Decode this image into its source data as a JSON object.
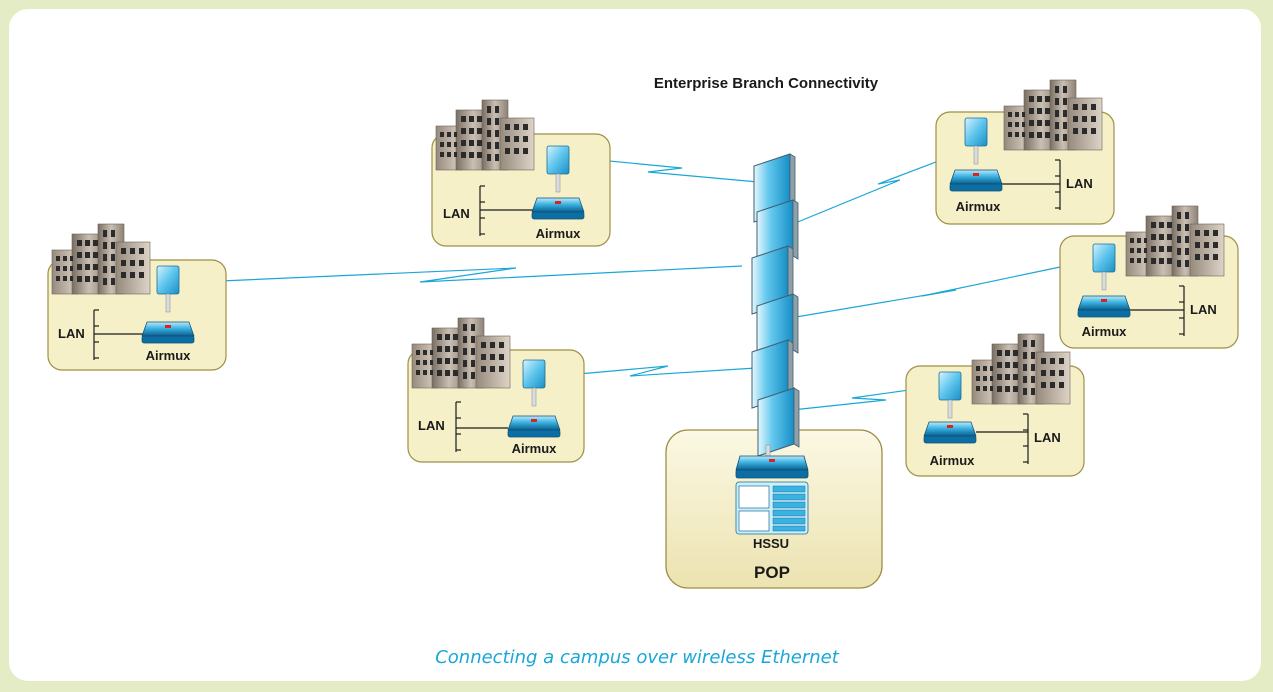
{
  "title": "Enterprise Branch Connectivity",
  "caption": "Connecting a campus over wireless Ethernet",
  "pop": {
    "label": "POP",
    "device_label": "HSSU"
  },
  "sites": [
    {
      "lan_label": "LAN",
      "device_label": "Airmux"
    },
    {
      "lan_label": "LAN",
      "device_label": "Airmux"
    },
    {
      "lan_label": "LAN",
      "device_label": "Airmux"
    },
    {
      "lan_label": "LAN",
      "device_label": "Airmux"
    },
    {
      "lan_label": "LAN",
      "device_label": "Airmux"
    },
    {
      "lan_label": "LAN",
      "device_label": "Airmux"
    }
  ],
  "colors": {
    "frame": "#e4ecc6",
    "site_box_fill": "#f5f0c8",
    "site_box_stroke": "#9e8f46",
    "link_line": "#1aa7d8",
    "caption": "#1aa7d8",
    "device_blue": "#1d8fc4"
  },
  "icons": [
    "building-icon",
    "antenna-icon",
    "airmux-icon",
    "lan-bus-icon",
    "hssu-icon",
    "tower-antenna-icon"
  ]
}
